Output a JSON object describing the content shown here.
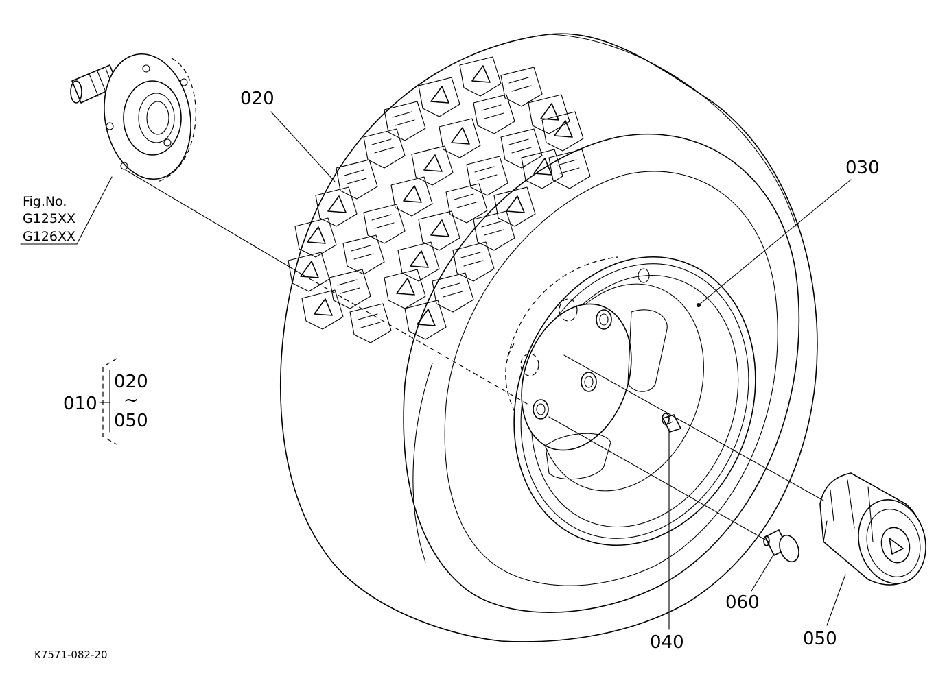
{
  "labels": {
    "tire": "020",
    "wheel": "030",
    "valve": "040",
    "hub_cap": "050",
    "bolt": "060",
    "assembly": "010",
    "range_start": "020",
    "range_tilde": "~",
    "range_end": "050"
  },
  "fig_ref": {
    "title": "Fig.No.",
    "line1": "G125XX",
    "line2": "G126XX"
  },
  "drawing_id": "K7571-082-20"
}
